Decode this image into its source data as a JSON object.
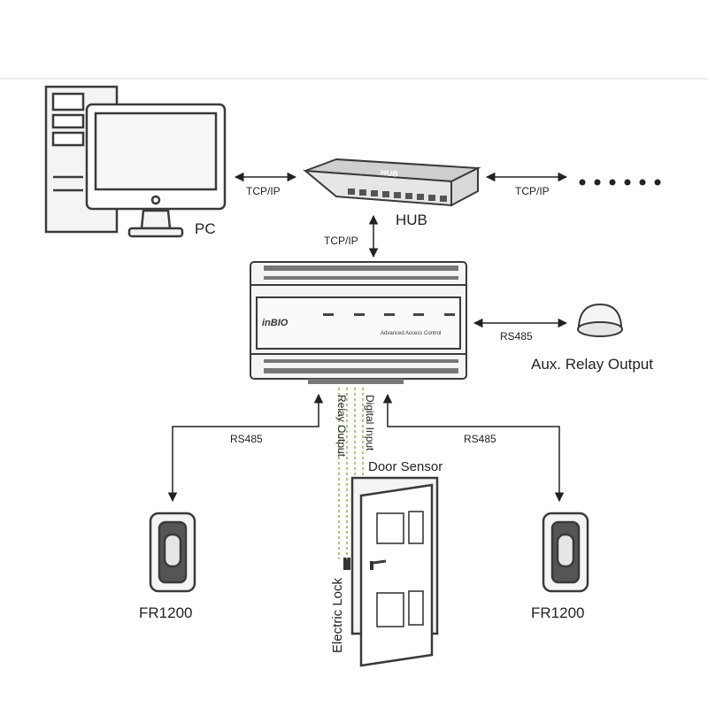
{
  "labels": {
    "pc": "PC",
    "hub": "HUB",
    "hub_case": "HUB",
    "tcp_pc_hub": "TCP/IP",
    "tcp_hub_right": "TCP/IP",
    "tcp_hub_panel": "TCP/IP",
    "rs485_aux": "RS485",
    "aux_relay": "Aux. Relay Output",
    "rs485_left": "RS485",
    "rs485_right": "RS485",
    "relay_output": "Relay Output",
    "digital_input": "Digital Input",
    "door_sensor": "Door Sensor",
    "electric_lock": "Electric Lock",
    "fr1200_left": "FR1200",
    "fr1200_right": "FR1200",
    "panel_brand": "inBIO",
    "panel_caption": "Advanced Access Control"
  },
  "colors": {
    "line": "#222222",
    "device_stroke": "#3a3a3a",
    "device_fill": "#f4f4f4",
    "hub_fill": "#e6e6e6",
    "wire_green": "#8bc34a"
  },
  "icons": [
    "desktop-tower-icon",
    "monitor-icon",
    "network-hub-icon",
    "access-panel-icon",
    "relay-dome-icon",
    "fingerprint-reader-icon",
    "door-icon",
    "lock-icon"
  ]
}
